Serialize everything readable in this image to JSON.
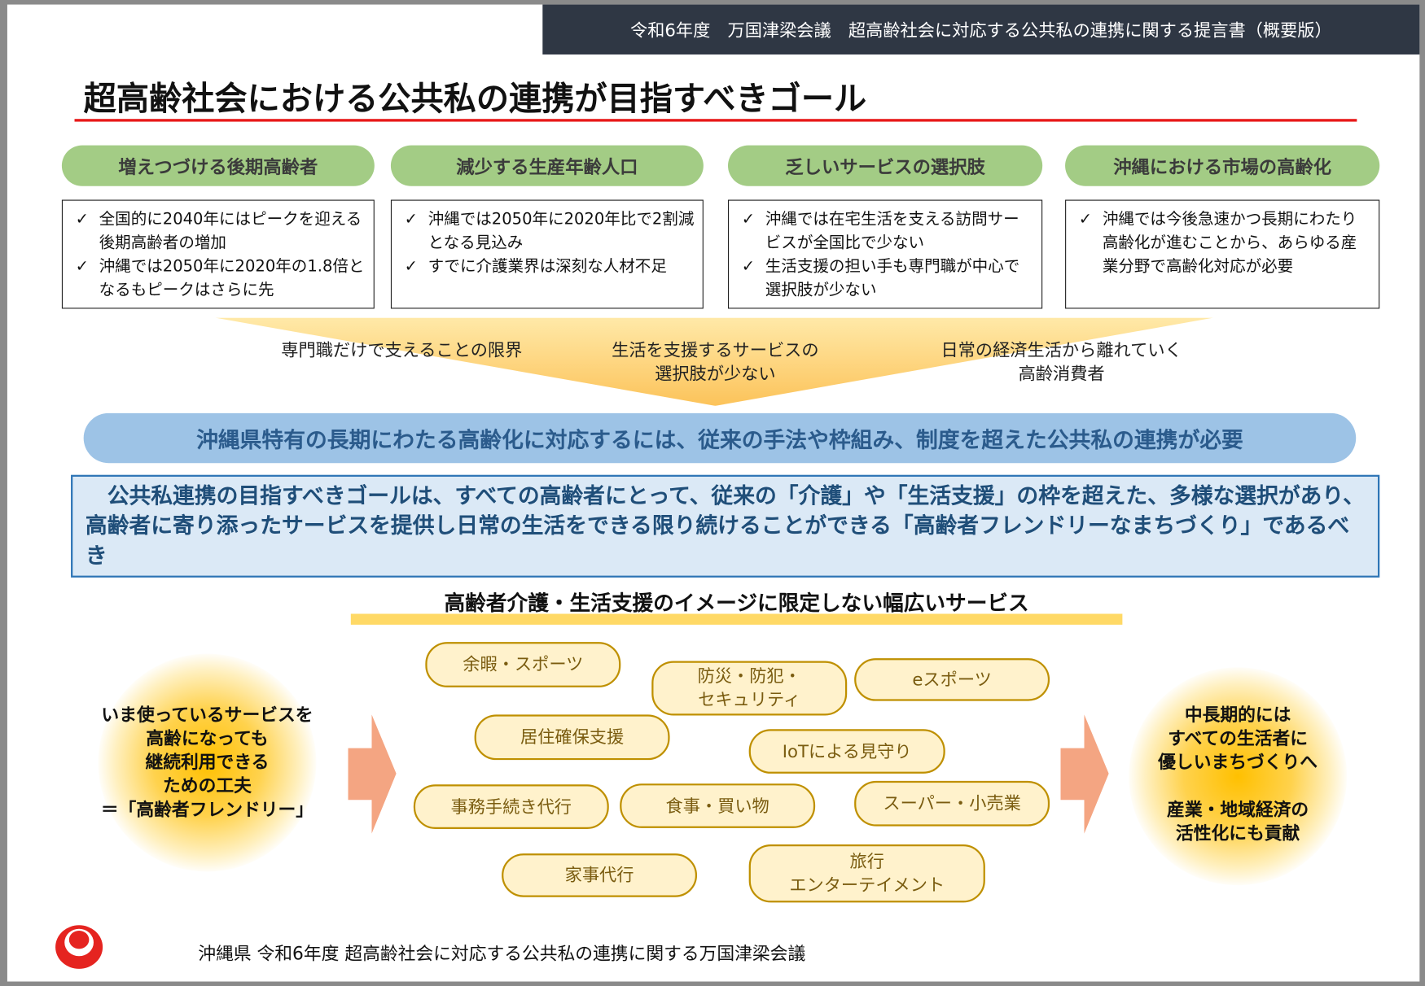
{
  "header": {
    "banner": "令和6年度　万国津梁会議　超高齢社会に対応する公共私の連携に関する提言書（概要版）"
  },
  "title": "超高齢社会における公共私の連携が目指すべきゴール",
  "issues": [
    {
      "heading": "増えつづける後期高齢者",
      "points": [
        "全国的に2040年にはピークを迎える後期高齢者の増加",
        "沖縄では2050年に2020年の1.8倍となるもピークはさらに先"
      ]
    },
    {
      "heading": "減少する生産年齢人口",
      "points": [
        "沖縄では2050年に2020年比で2割減となる見込み",
        "すでに介護業界は深刻な人材不足"
      ]
    },
    {
      "heading": "乏しいサービスの選択肢",
      "points": [
        "沖縄では在宅生活を支える訪問サービスが全国比で少ない",
        "生活支援の担い手も専門職が中心で選択肢が少ない"
      ]
    },
    {
      "heading": "沖縄における市場の高齢化",
      "points": [
        "沖縄では今後急速かつ長期にわたり高齢化が進むことから、あらゆる産業分野で高齢化対応が必要"
      ]
    }
  ],
  "check_mark": "✓",
  "funnel": [
    "専門職だけで支えることの限界",
    "生活を支援するサービスの\n選択肢が少ない",
    "日常の経済生活から離れていく\n高齢消費者"
  ],
  "need": "沖縄県特有の長期にわたる高齢化に対応するには、従来の手法や枠組み、制度を超えた公共私の連携が必要",
  "goal": "　公共私連携の目指すべきゴールは、すべての高齢者にとって、従来の「介護」や「生活支援」の枠を超えた、多様な選択があり、高齢者に寄り添ったサービスを提供し日常の生活をできる限り続けることができる「高齢者フレンドリーなまちづくり」であるべき",
  "services_title": "高齢者介護・生活支援のイメージに限定しない幅広いサービス",
  "services": [
    "余暇・スポーツ",
    "防災・防犯・\nセキュリティ",
    "eスポーツ",
    "居住確保支援",
    "IoTによる見守り",
    "事務手続き代行",
    "食事・買い物",
    "スーパー・小売業",
    "家事代行",
    "旅行\nエンターテイメント"
  ],
  "left_text": "いま使っているサービスを\n高齢になっても\n継続利用できる\nための工夫\n＝「高齢者フレンドリー」",
  "right_text": "中長期的には\nすべての生活者に\n優しいまちづくりへ\n\n産業・地域経済の\n活性化にも貢献",
  "footer": "沖縄県 令和6年度 超高齢社会に対応する公共私の連携に関する万国津梁会議",
  "colors": {
    "header_bg": "#2f3744",
    "green": "#a3cc85",
    "blue": "#9dc3e6",
    "pill_bg": "#fff2cc",
    "pill_border": "#bf9000",
    "arrow": "#f4a582",
    "logo": "#e52420"
  }
}
